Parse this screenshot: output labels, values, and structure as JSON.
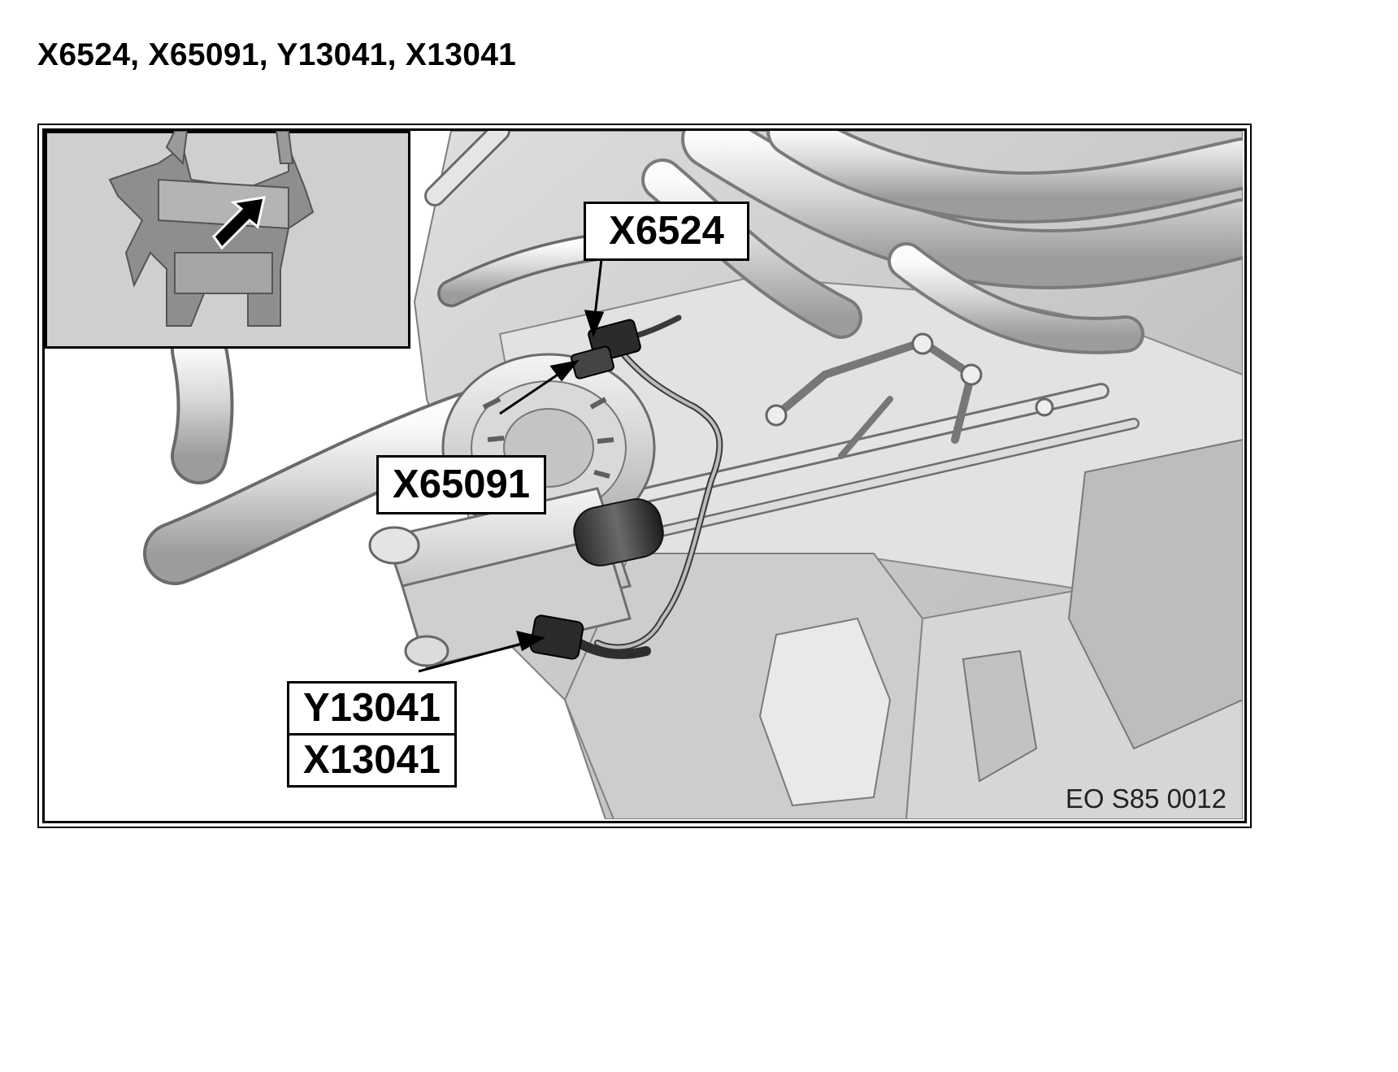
{
  "title": "X6524, X65091, Y13041, X13041",
  "callouts": {
    "x6524": "X6524",
    "x65091": "X65091",
    "y13041": "Y13041",
    "x13041": "X13041"
  },
  "figure_reference": "EO S85 0012",
  "colors": {
    "background": "#ffffff",
    "metal_light": "#e8e8e8",
    "metal_mid": "#c9c9c9",
    "metal_dark": "#8a8a8a",
    "inset_background": "#cfcfcf",
    "line": "#000000"
  }
}
